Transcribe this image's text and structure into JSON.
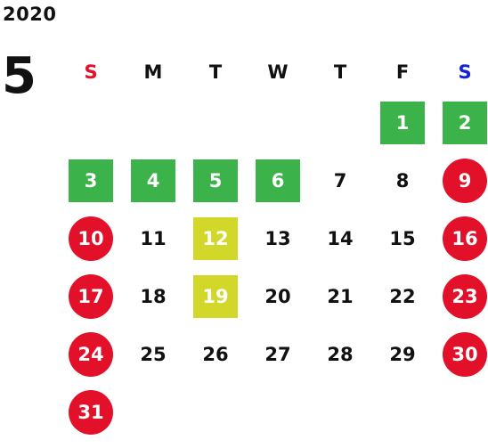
{
  "year": "2020",
  "month": "5",
  "weekdays": [
    {
      "label": "S",
      "kind": "sun"
    },
    {
      "label": "M",
      "kind": ""
    },
    {
      "label": "T",
      "kind": ""
    },
    {
      "label": "W",
      "kind": ""
    },
    {
      "label": "T",
      "kind": ""
    },
    {
      "label": "F",
      "kind": ""
    },
    {
      "label": "S",
      "kind": "sat"
    }
  ],
  "colors": {
    "holiday_green": "#3cb34a",
    "special_yellow": "#d2d82a",
    "weekend_red": "#e3102a",
    "saturday_label": "#1421d6",
    "sunday_label": "#e3102a"
  },
  "weeks": [
    [
      {
        "d": "",
        "s": "empty"
      },
      {
        "d": "",
        "s": "empty"
      },
      {
        "d": "",
        "s": "empty"
      },
      {
        "d": "",
        "s": "empty"
      },
      {
        "d": "",
        "s": "empty"
      },
      {
        "d": "1",
        "s": "green"
      },
      {
        "d": "2",
        "s": "green"
      }
    ],
    [
      {
        "d": "3",
        "s": "green"
      },
      {
        "d": "4",
        "s": "green"
      },
      {
        "d": "5",
        "s": "green"
      },
      {
        "d": "6",
        "s": "green"
      },
      {
        "d": "7",
        "s": ""
      },
      {
        "d": "8",
        "s": ""
      },
      {
        "d": "9",
        "s": "red"
      }
    ],
    [
      {
        "d": "10",
        "s": "red"
      },
      {
        "d": "11",
        "s": ""
      },
      {
        "d": "12",
        "s": "yellow"
      },
      {
        "d": "13",
        "s": ""
      },
      {
        "d": "14",
        "s": ""
      },
      {
        "d": "15",
        "s": ""
      },
      {
        "d": "16",
        "s": "red"
      }
    ],
    [
      {
        "d": "17",
        "s": "red"
      },
      {
        "d": "18",
        "s": ""
      },
      {
        "d": "19",
        "s": "yellow"
      },
      {
        "d": "20",
        "s": ""
      },
      {
        "d": "21",
        "s": ""
      },
      {
        "d": "22",
        "s": ""
      },
      {
        "d": "23",
        "s": "red"
      }
    ],
    [
      {
        "d": "24",
        "s": "red"
      },
      {
        "d": "25",
        "s": ""
      },
      {
        "d": "26",
        "s": ""
      },
      {
        "d": "27",
        "s": ""
      },
      {
        "d": "28",
        "s": ""
      },
      {
        "d": "29",
        "s": ""
      },
      {
        "d": "30",
        "s": "red"
      }
    ],
    [
      {
        "d": "31",
        "s": "red"
      },
      {
        "d": "",
        "s": "empty"
      },
      {
        "d": "",
        "s": "empty"
      },
      {
        "d": "",
        "s": "empty"
      },
      {
        "d": "",
        "s": "empty"
      },
      {
        "d": "",
        "s": "empty"
      },
      {
        "d": "",
        "s": "empty"
      }
    ]
  ]
}
